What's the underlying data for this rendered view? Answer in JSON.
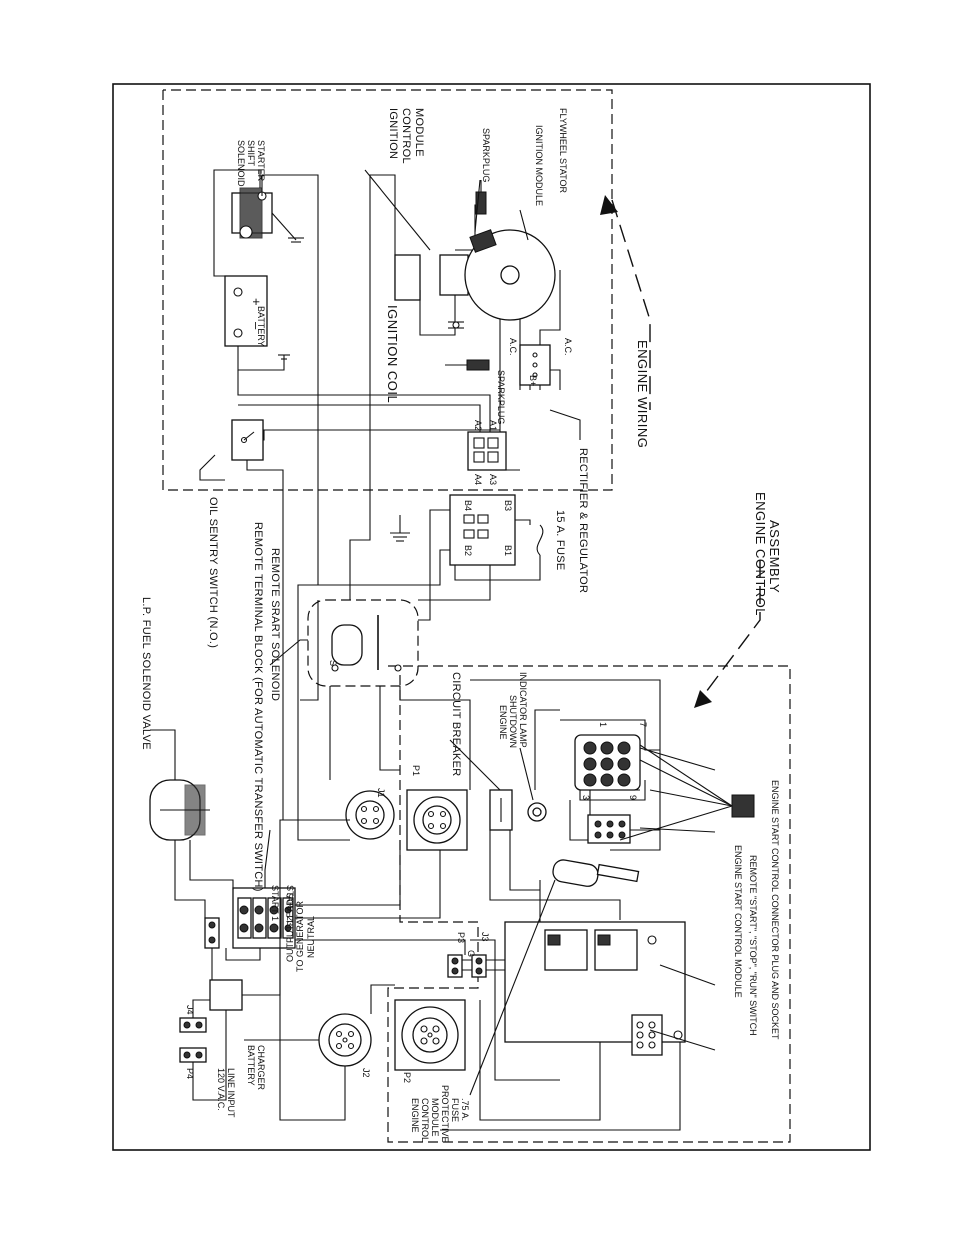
{
  "labels": {
    "lp_fuel_solenoid_valve": "L.P. FUEL SOLENOID VALVE",
    "remote_terminal_block": "REMOTE TERMINAL BLOCK (FOR AUTOMATIC TRANSFER SWITCH)",
    "oil_sentry_switch": "OIL SENTRY SWITCH (N.O.)",
    "remote_start_solenoid": "REMOTE SRART SOLENOID",
    "solenoid_shift_starter_1": "SOLENOID",
    "solenoid_shift_starter_2": "SHIFT",
    "solenoid_shift_starter_3": "STARTER",
    "battery": "BATTERY",
    "battery_plus": "+",
    "battery_minus": "–",
    "ignition_control_module_1": "IGNITION",
    "ignition_control_module_2": "CONTROL",
    "ignition_control_module_3": "MODULE",
    "sparkplug_top": "SPARKPLUG",
    "ignition_module": "IGNITION MODULE",
    "flywheel_stator": "FLYWHEEL STATOR",
    "ignition_coil": "IGNITION  COIL",
    "sparkplug_bottom": "SPARKPLUG",
    "ac_1": "A.C.",
    "ac_2": "A.C.",
    "b_plus": "B+",
    "rectifier_regulator": "RECTIFIER & REGULATOR",
    "engine_wiring": "ENGINE  WIRING",
    "fuse_15a": "15 A. FUSE",
    "engine_control_assembly_1": "ENGINE CONTROL",
    "engine_control_assembly_2": "ASSEMBLY",
    "circuit_breaker": "CIRCUIT BREAKER",
    "engine_shutdown_1": "ENGINE",
    "engine_shutdown_2": "SHUTDOWN",
    "engine_shutdown_3": "INDICATOR LAMP",
    "engine_start_control_module": "ENGINE START CONTROL MODULE",
    "remote_start_stop_run": "REMOTE \"START\", \"STOP\", \"RUN\" SWITCH",
    "engine_start_connector": "ENGINE START CONTROL CONNECTOR PLUG AND SOCKET",
    "output_leads_1": "OUTPUT LEADS",
    "output_leads_2": "TO GENERATOR",
    "neutral": "NEUTRAL",
    "g": "G",
    "line_input_1": "120 V.A.C.",
    "line_input_2": "LINE INPUT",
    "battery_charger_1": "BATTERY",
    "battery_charger_2": "CHARGER",
    "ecm_fuse_1": "ENGINE",
    "ecm_fuse_2": "CONTROL",
    "ecm_fuse_3": "MODULE",
    "ecm_fuse_4": "PROTECTIVE",
    "ecm_fuse_5": "FUSE",
    "ecm_fuse_6": ".75 A.",
    "start1": "START 1",
    "start23": "START 23"
  },
  "connectors": {
    "a1": "A1",
    "a2": "A2",
    "a3": "A3",
    "a4": "A4",
    "b1": "B1",
    "b2": "B2",
    "b3": "B3",
    "b4": "B4",
    "j1": "J1",
    "j2": "J2",
    "j3": "J3",
    "j4": "J4",
    "p1": "P1",
    "p2": "P2",
    "p3": "P3",
    "p4": "P4",
    "pin1": "1",
    "pin3": "3",
    "pin7": "7",
    "pin9": "9",
    "s": "S"
  }
}
